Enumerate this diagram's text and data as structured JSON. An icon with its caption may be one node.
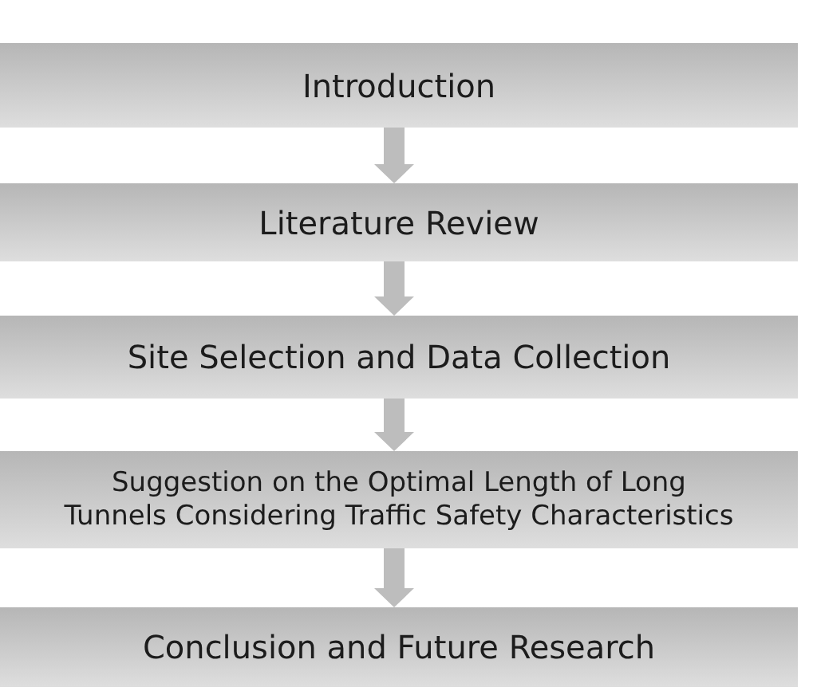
{
  "diagram": {
    "nodes": [
      {
        "text": [
          "Introduction"
        ]
      },
      {
        "text": [
          "Literature Review"
        ]
      },
      {
        "text": [
          "Site Selection and Data Collection"
        ]
      },
      {
        "text": [
          "Suggestion on the Optimal Length of Long Tunnels Considering Traffic Safety Characteristics"
        ]
      },
      {
        "text": [
          "Conclusion and Future Research"
        ]
      }
    ],
    "edges": [
      {
        "from": 0,
        "to": 1,
        "arrow": "to"
      },
      {
        "from": 1,
        "to": 2,
        "arrow": "to"
      },
      {
        "from": 2,
        "to": 3,
        "arrow": "to"
      },
      {
        "from": 3,
        "to": 4,
        "arrow": "to"
      }
    ]
  }
}
